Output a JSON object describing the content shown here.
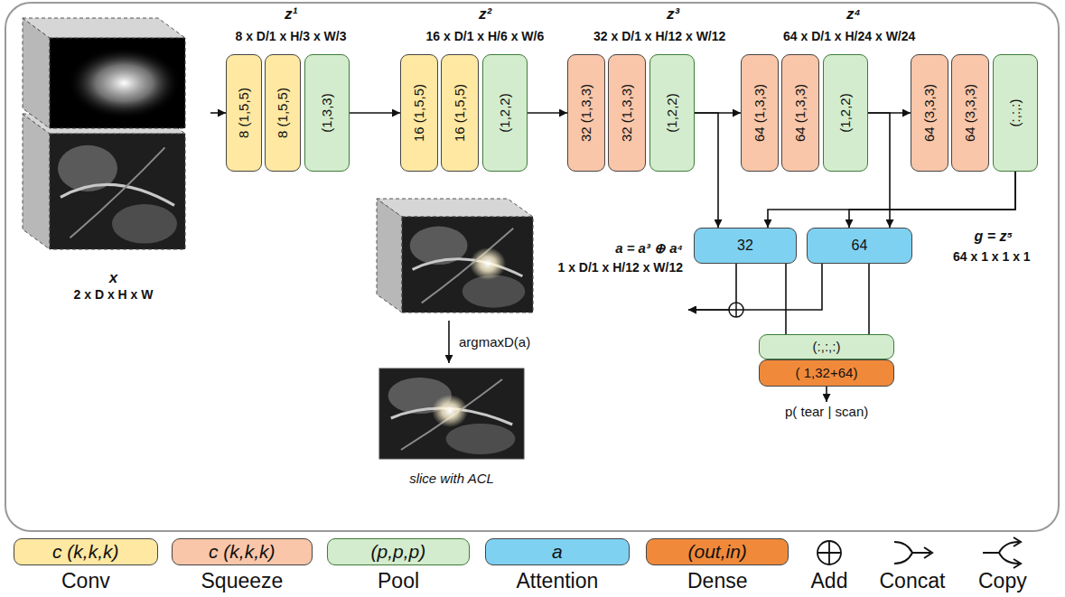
{
  "diagram": {
    "nodes": [
      {
        "text": [
          "x",
          "2 x D x H x W"
        ]
      },
      {
        "text": [
          "8 (1,5,5)"
        ]
      },
      {
        "text": [
          "8 (1,5,5)"
        ]
      },
      {
        "text": [
          "(1,3,3)"
        ]
      },
      {
        "text": [
          "16 (1,5,5)"
        ]
      },
      {
        "text": [
          "16 (1,5,5)"
        ]
      },
      {
        "text": [
          "(1,2,2)"
        ]
      },
      {
        "text": [
          "32 (1,3,3)"
        ]
      },
      {
        "text": [
          "32 (1,3,3)"
        ]
      },
      {
        "text": [
          "(1,2,2)"
        ]
      },
      {
        "text": [
          "64 (1,3,3)"
        ]
      },
      {
        "text": [
          "64 (1,3,3)"
        ]
      },
      {
        "text": [
          "(1,2,2)"
        ]
      },
      {
        "text": [
          "64 (3,3,3)"
        ]
      },
      {
        "text": [
          "64 (3,3,3)"
        ]
      },
      {
        "text": [
          "(:,:,:)"
        ]
      },
      {
        "text": [
          "32"
        ]
      },
      {
        "text": [
          "64"
        ]
      },
      {
        "text": [
          "a = a³ ⊕ a⁴",
          "1 x D/1 x H/12 x W/12"
        ]
      },
      {
        "text": [
          "slice with ACL"
        ]
      },
      {
        "text": [
          "(:,:,:)"
        ]
      },
      {
        "text": [
          "( 1,32+64)"
        ]
      }
    ],
    "edges": [
      {
        "from": 0,
        "to": 1,
        "arrow": "to"
      },
      {
        "from": 3,
        "to": 4,
        "arrow": "to"
      },
      {
        "from": 6,
        "to": 7,
        "arrow": "to"
      },
      {
        "from": 9,
        "to": 10,
        "arrow": "to"
      },
      {
        "from": 12,
        "to": 13,
        "arrow": "to"
      },
      {
        "from": 9,
        "to": 16,
        "arrow": "to"
      },
      {
        "from": 12,
        "to": 17,
        "arrow": "to"
      },
      {
        "from": 15,
        "to": 16,
        "arrow": "to"
      },
      {
        "from": 15,
        "to": 17,
        "arrow": "to"
      },
      {
        "from": 16,
        "to": 20,
        "arrow": "none"
      },
      {
        "from": 17,
        "to": 20,
        "arrow": "none"
      },
      {
        "from": 16,
        "to": 18,
        "arrow": "to"
      },
      {
        "from": 17,
        "to": 18,
        "arrow": "to"
      },
      {
        "from": 18,
        "to": 19,
        "arrow": "to",
        "label": "argmaxD(a)"
      }
    ],
    "labels": [
      "z¹",
      "8 x D/1 x H/3 x W/3",
      "z²",
      "16 x D/1 x H/6 x W/6",
      "z³",
      "32 x D/1 x H/12 x W/12",
      "z⁴",
      "64 x D/1 x H/24 x W/24",
      "g = z⁵",
      "64 x 1 x 1 x 1",
      "p( tear | scan)",
      "c (k,k,k)",
      "c (k,k,k)",
      "(p,p,p)",
      "a",
      "(out,in)"
    ],
    "legend": [
      {
        "text": "Conv",
        "color": "#fee8a2"
      },
      {
        "text": "Squeeze",
        "color": "#f9c6a9"
      },
      {
        "text": "Pool",
        "color": "#d4ecce"
      },
      {
        "text": "Attention",
        "color": "#7fd1f2"
      },
      {
        "text": "Dense",
        "color": "#f08a3a"
      },
      {
        "text": "Add"
      },
      {
        "text": "Concat"
      },
      {
        "text": "Copy"
      }
    ]
  }
}
